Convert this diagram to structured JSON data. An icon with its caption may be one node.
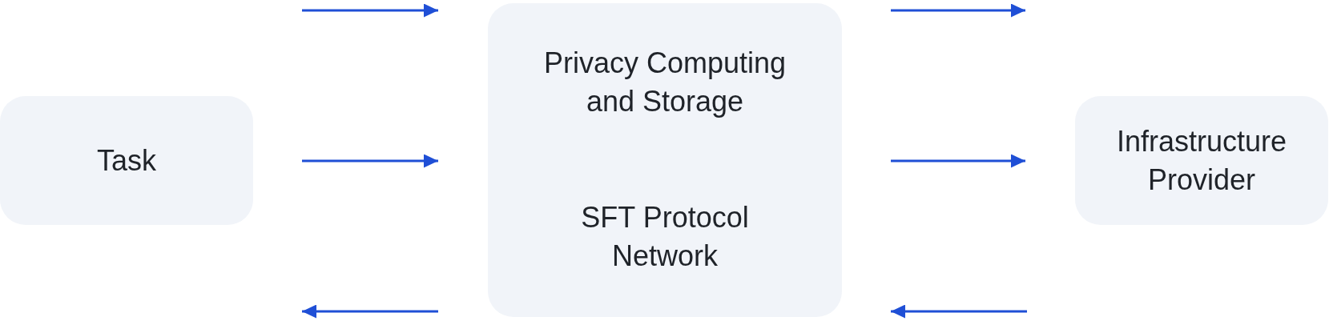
{
  "diagram": {
    "nodes": [
      {
        "text": [
          "Task"
        ]
      },
      {
        "text": [
          "Privacy Computing and Storage",
          "SFT Protocol Network"
        ]
      },
      {
        "text": [
          "Infrastructure Provider"
        ]
      }
    ],
    "edges": [
      {
        "from": null,
        "to": 1,
        "arrow": "to"
      },
      {
        "from": 0,
        "to": 1,
        "arrow": "to"
      },
      {
        "from": 1,
        "to": 0,
        "arrow": "to"
      },
      {
        "from": 1,
        "to": 2,
        "arrow": "to"
      },
      {
        "from": 1,
        "to": 2,
        "arrow": "to"
      },
      {
        "from": null,
        "to": 1,
        "arrow": "to"
      }
    ]
  }
}
